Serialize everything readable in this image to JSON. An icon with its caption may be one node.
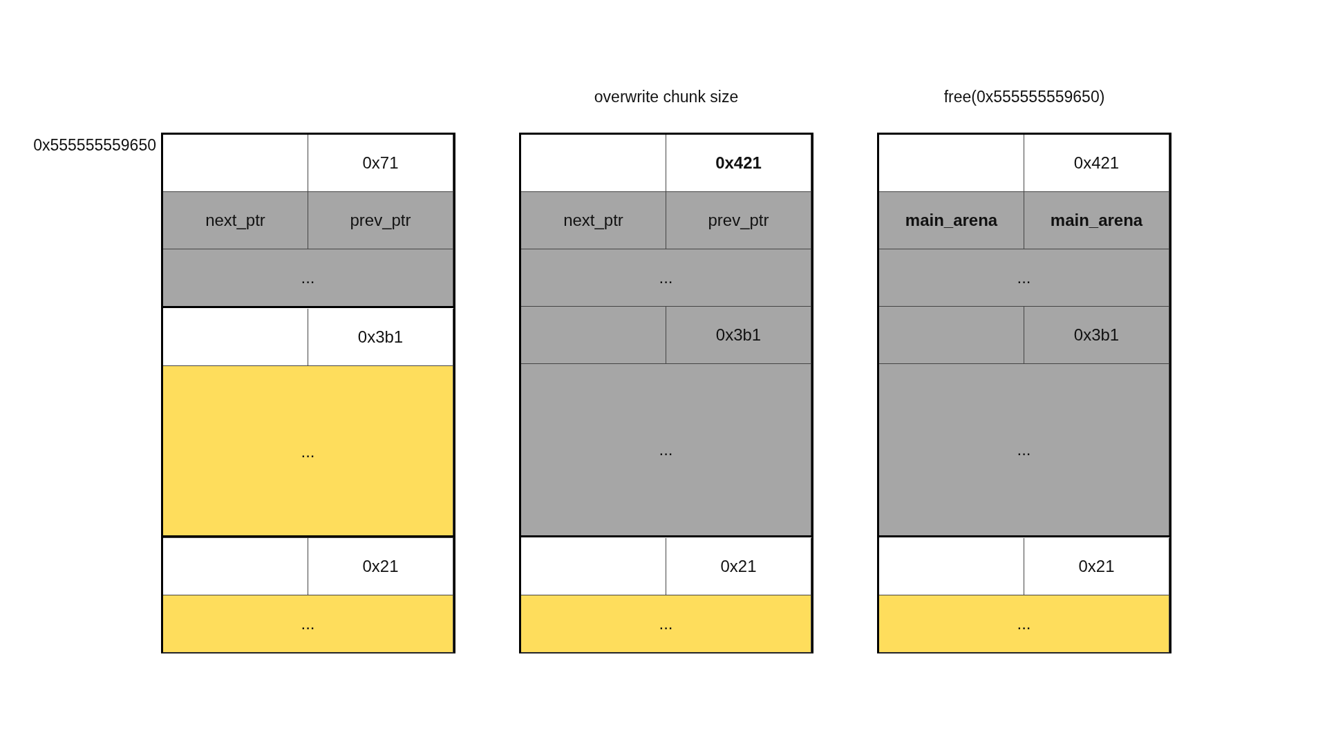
{
  "diagram": {
    "nodes": [
      {
        "text": [],
        "shape": "box",
        "beside": [
          "0x555555559650"
        ]
      },
      {
        "text": [],
        "shape": "box",
        "in": 0
      },
      {
        "text": [],
        "shape": "box",
        "in": 1
      },
      {
        "text": [
          "0x71"
        ],
        "in": 1
      },
      {
        "text": [
          "next_ptr"
        ],
        "in": 1
      },
      {
        "text": [
          "prev_ptr"
        ],
        "in": 1
      },
      {
        "text": [
          "..."
        ],
        "in": 1
      },
      {
        "text": [],
        "shape": "box",
        "in": 0
      },
      {
        "text": [],
        "shape": "box",
        "in": 7
      },
      {
        "text": [
          "0x3b1"
        ],
        "in": 7
      },
      {
        "text": [
          "..."
        ],
        "in": 7
      },
      {
        "text": [],
        "shape": "box",
        "in": 0
      },
      {
        "text": [],
        "shape": "box",
        "in": 11
      },
      {
        "text": [
          "0x21"
        ],
        "in": 11
      },
      {
        "text": [
          "..."
        ],
        "in": 11
      },
      {
        "text": [
          "overwrite chunk size"
        ]
      },
      {
        "text": [],
        "shape": "box",
        "in": 15
      },
      {
        "text": [],
        "shape": "box",
        "in": 16
      },
      {
        "text": [
          "0x421"
        ],
        "in": 16
      },
      {
        "text": [
          "next_ptr"
        ],
        "in": 16
      },
      {
        "text": [
          "prev_ptr"
        ],
        "in": 16
      },
      {
        "text": [
          "..."
        ],
        "in": 16
      },
      {
        "text": [],
        "shape": "box",
        "in": 16
      },
      {
        "text": [
          "0x3b1"
        ],
        "in": 16
      },
      {
        "text": [
          "..."
        ],
        "in": 16
      },
      {
        "text": [],
        "shape": "box",
        "in": 15
      },
      {
        "text": [],
        "shape": "box",
        "in": 25
      },
      {
        "text": [
          "0x21"
        ],
        "in": 25
      },
      {
        "text": [
          "..."
        ],
        "in": 25
      },
      {
        "text": [
          "free(0x555555559650)"
        ]
      },
      {
        "text": [],
        "shape": "box",
        "in": 29
      },
      {
        "text": [],
        "shape": "box",
        "in": 30
      },
      {
        "text": [
          "0x421"
        ],
        "in": 30
      },
      {
        "text": [
          "main_arena"
        ],
        "in": 30
      },
      {
        "text": [
          "main_arena"
        ],
        "in": 30
      },
      {
        "text": [
          "..."
        ],
        "in": 30
      },
      {
        "text": [],
        "shape": "box",
        "in": 30
      },
      {
        "text": [
          "0x3b1"
        ],
        "in": 30
      },
      {
        "text": [
          "..."
        ],
        "in": 30
      },
      {
        "text": [],
        "shape": "box",
        "in": 29
      },
      {
        "text": [],
        "shape": "box",
        "in": 39
      },
      {
        "text": [
          "0x21"
        ],
        "in": 39
      },
      {
        "text": [
          "..."
        ],
        "in": 39
      }
    ]
  }
}
